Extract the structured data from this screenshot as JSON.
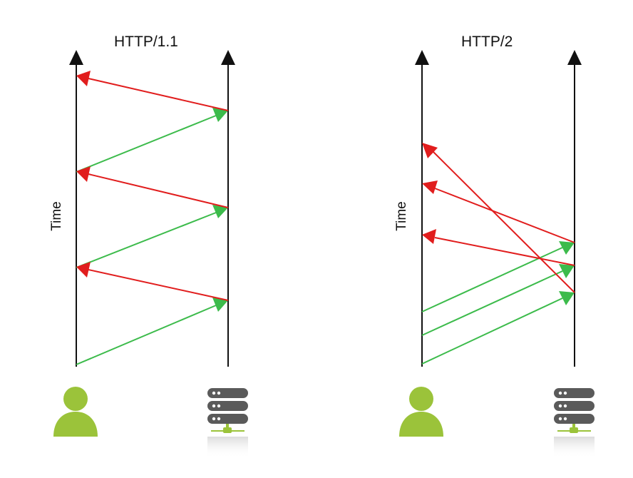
{
  "colors": {
    "axis": "#111111",
    "request": "#3cbb4b",
    "response": "#e11d1d",
    "user": "#9bc33a",
    "server": "#5a5a5a",
    "server_stand": "#9bc33a"
  },
  "panels": [
    {
      "title": "HTTP/1.1",
      "time_label": "Time",
      "client_icon": "user-icon",
      "server_icon": "server-icon"
    },
    {
      "title": "HTTP/2",
      "time_label": "Time",
      "client_icon": "user-icon",
      "server_icon": "server-icon"
    }
  ]
}
